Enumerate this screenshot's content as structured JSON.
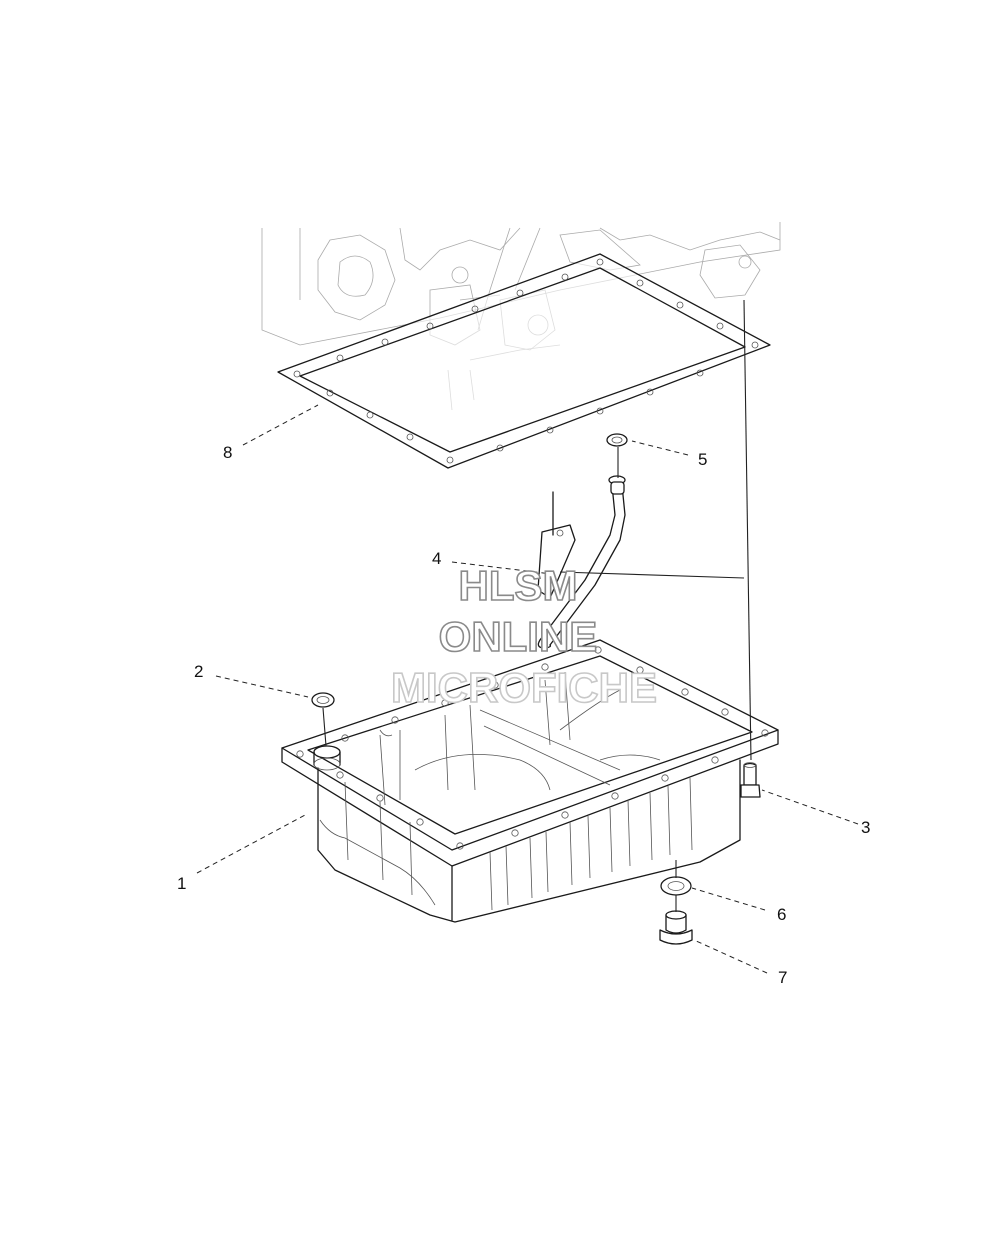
{
  "callouts": [
    {
      "id": "1",
      "label": "1"
    },
    {
      "id": "2",
      "label": "2"
    },
    {
      "id": "3",
      "label": "3"
    },
    {
      "id": "4",
      "label": "4"
    },
    {
      "id": "5",
      "label": "5"
    },
    {
      "id": "6",
      "label": "6"
    },
    {
      "id": "7",
      "label": "7"
    },
    {
      "id": "8",
      "label": "8"
    }
  ],
  "watermark": {
    "line1": "HLSM",
    "line2": "ONLINE",
    "line3": "MICROFICHE"
  }
}
